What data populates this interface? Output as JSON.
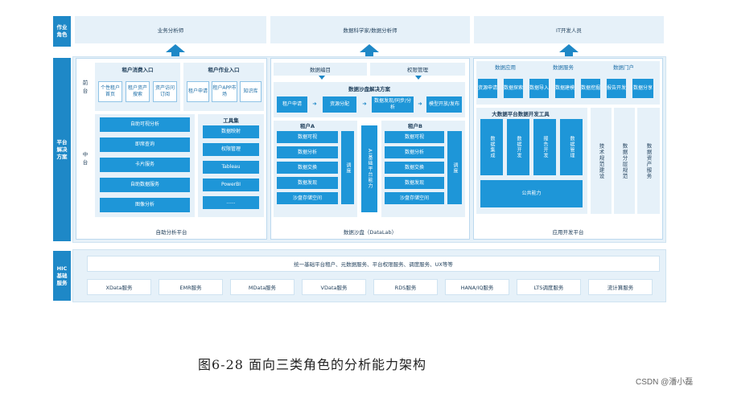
{
  "roles_label": "作业\n角色",
  "roles": [
    "业务分析师",
    "数据科学家/数据分析师",
    "IT开发人员"
  ],
  "solution_label": "平台\n解决\n方案",
  "self_service": {
    "frontend_label": "前\n台",
    "midend_label": "中\n台",
    "tenant_consume": "租户消费入口",
    "tenant_work": "租户作业入口",
    "consume_items": [
      "个性租户首页",
      "租户资产搜索",
      "资产访问订阅"
    ],
    "work_items": [
      "租户申请",
      "租户APP市场",
      "知识库"
    ],
    "services": [
      "自助可视分析",
      "即席查询",
      "卡片服务",
      "自助数据服务",
      "图像分析"
    ],
    "toolset_title": "工具集",
    "toolset": [
      "数据映射",
      "权限管理",
      "Tableau",
      "PowerBI",
      "......"
    ],
    "footer": "自助分析平台"
  },
  "datalab": {
    "top": [
      "数据编目",
      "权限管理"
    ],
    "title": "数据沙盘解决方案",
    "flow": [
      "租户申请",
      "资源分配",
      "数据发现/同步/分析",
      "模型开放/发布"
    ],
    "tenantA": "租户A",
    "tenantB": "租户B",
    "tenantA_items": [
      "数据可视",
      "数据分析",
      "数据交换",
      "数据发现",
      "沙盘存储空间"
    ],
    "tenantB_items": [
      "数据可视",
      "数据分析",
      "数据交换",
      "数据发现",
      "沙盘存储空间"
    ],
    "sched": "调度",
    "ai": "AI基础平台能力",
    "dispatch": "调度",
    "footer": "数据沙盘（DataLab）"
  },
  "appdev": {
    "top": [
      "数据应用",
      "数据服务",
      "数据门户"
    ],
    "row": [
      "资源申请",
      "数据探索",
      "数据导入",
      "数据建模",
      "数据挖掘",
      "报告开发",
      "数据分享"
    ],
    "tools_title": "大数据平台数据开发工具",
    "tools": [
      "数据集成",
      "数据开发",
      "报告开发",
      "数据管理"
    ],
    "public": "公共能力",
    "side": [
      "技术规范建设",
      "数据分层规范",
      "数据资产服务"
    ],
    "footer": "应用开发平台"
  },
  "hic_label": "HIC\n基础\n服务",
  "hic_top": "统一基础平台租户、元数据服务、平台权限服务、调度服务、UX等等",
  "hic_services": [
    "XData服务",
    "EMR服务",
    "MData服务",
    "VData服务",
    "RDS服务",
    "HANA/IQ服务",
    "LTS调度服务",
    "流计算服务"
  ],
  "caption": "图6-28   面向三类角色的分析能力架构",
  "watermark": "CSDN @潘小磊"
}
